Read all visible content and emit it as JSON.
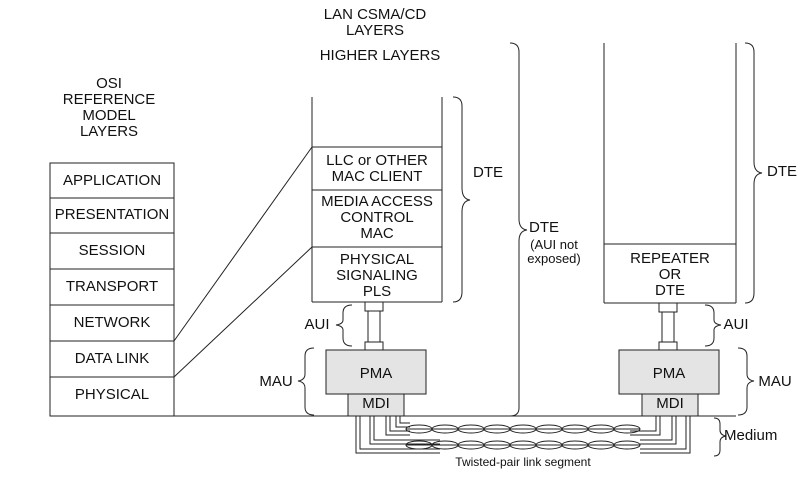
{
  "osi": {
    "title": "OSI\nREFERENCE\nMODEL\nLAYERS",
    "layers": [
      "APPLICATION",
      "PRESENTATION",
      "SESSION",
      "TRANSPORT",
      "NETWORK",
      "DATA LINK",
      "PHYSICAL"
    ]
  },
  "lan": {
    "title": "LAN CSMA/CD\nLAYERS",
    "higher": "HIGHER LAYERS",
    "llc": "LLC or OTHER\nMAC CLIENT",
    "mac": "MEDIA ACCESS\nCONTROL\nMAC",
    "pls": "PHYSICAL\nSIGNALING\nPLS"
  },
  "labels": {
    "dte_left": "DTE",
    "dte_middle": "DTE",
    "aui_not_exposed": "(AUI not\nexposed)",
    "dte_right": "DTE",
    "aui_left": "AUI",
    "aui_right": "AUI",
    "mau_left": "MAU",
    "mau_right": "MAU",
    "medium": "Medium",
    "twisted_pair": "Twisted-pair link segment"
  },
  "left_station": {
    "pma": "PMA",
    "mdi": "MDI"
  },
  "right_station": {
    "box": "REPEATER\nOR\nDTE",
    "pma": "PMA",
    "mdi": "MDI"
  }
}
